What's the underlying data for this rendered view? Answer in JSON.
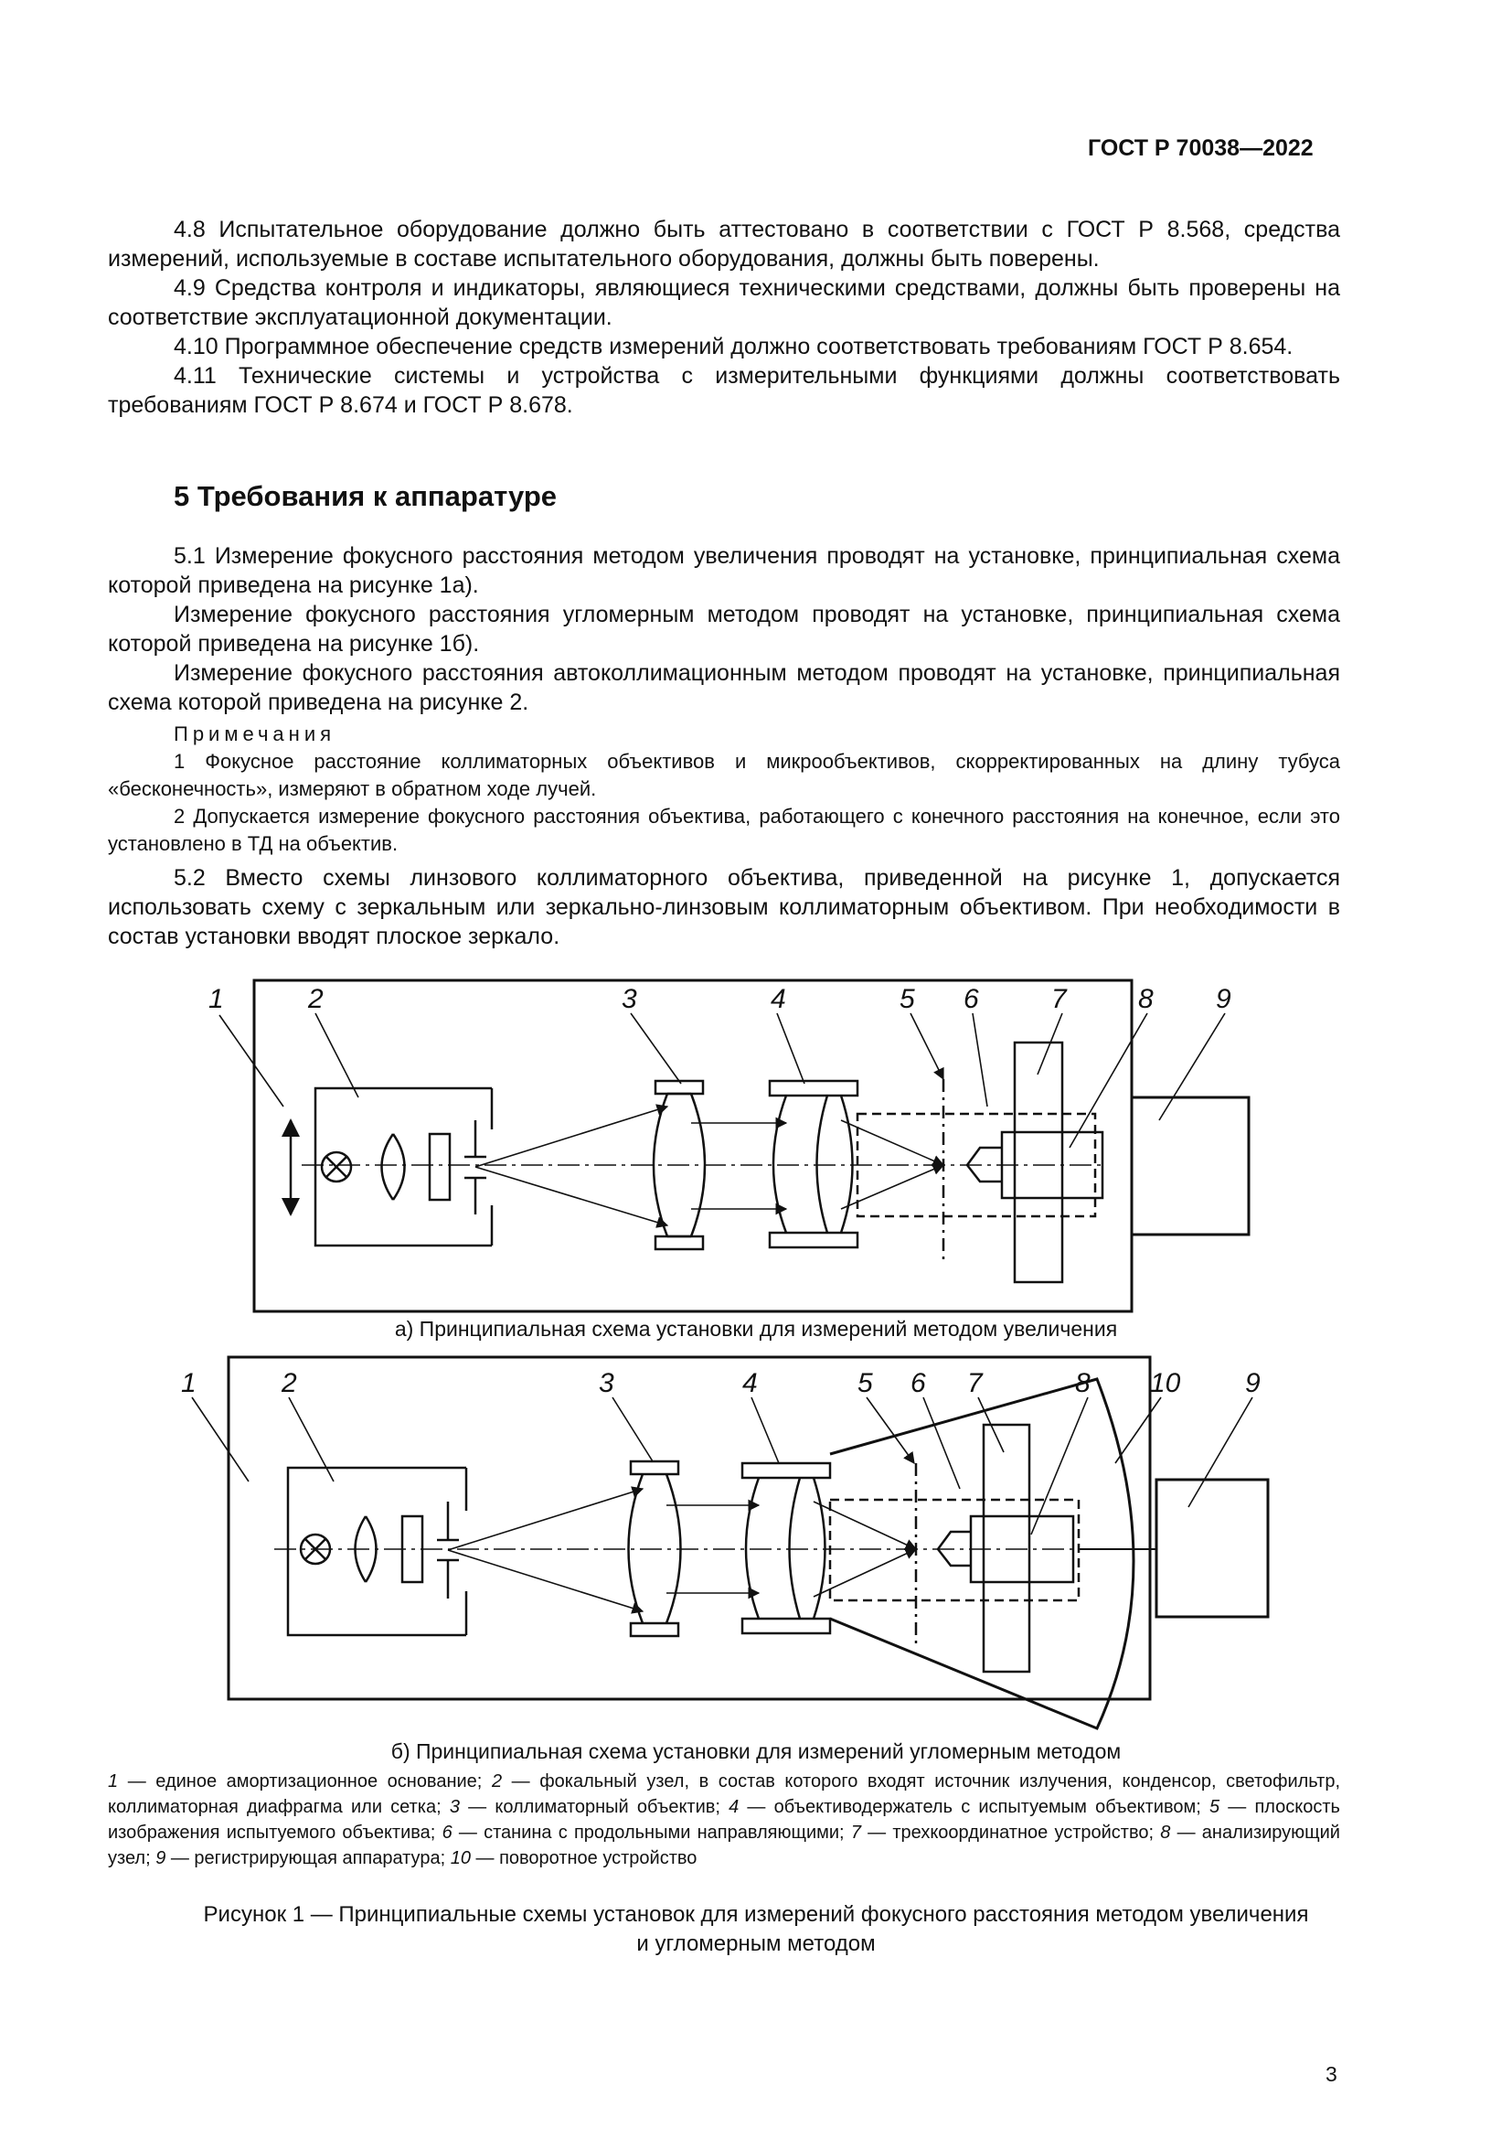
{
  "header": {
    "doc_code": "ГОСТ Р 70038—2022"
  },
  "section4": {
    "p1": "4.8 Испытательное оборудование должно быть аттестовано в соответствии с ГОСТ Р 8.568, средства измерений, используемые в составе испытательного оборудования, должны быть поверены.",
    "p2": "4.9 Средства контроля и индикаторы, являющиеся техническими средствами, должны быть проверены на соответствие эксплуатационной документации.",
    "p3": "4.10 Программное обеспечение средств измерений должно соответствовать требованиям ГОСТ Р 8.654.",
    "p4": "4.11 Технические системы и устройства с измерительными функциями должны соответствовать требованиям ГОСТ Р 8.674 и ГОСТ Р 8.678."
  },
  "section5": {
    "title": "5 Требования к аппаратуре",
    "p1": "5.1 Измерение фокусного расстояния методом увеличения проводят на установке, принципиальная схема которой приведена на рисунке 1а).",
    "p2": "Измерение фокусного расстояния угломерным методом проводят на установке, принципиальная схема которой приведена на рисунке 1б).",
    "p3": "Измерение фокусного расстояния автоколлимационным методом проводят на установке, принципиальная схема которой приведена на рисунке 2.",
    "notes_title": "Примечания",
    "note1": "1 Фокусное расстояние коллиматорных объективов и микрообъективов, скорректированных на длину тубуса «бесконечность», измеряют в обратном ходе лучей.",
    "note2": "2 Допускается измерение фокусного расстояния объектива, работающего с конечного расстояния на конечное, если это установлено в ТД на объектив.",
    "p4": "5.2 Вместо схемы линзового коллиматорного объектива, приведенной на рисунке 1, допускается использовать схему с зеркальным или зеркально-линзовым коллиматорным объективом. При необходимости в состав установки вводят плоское зеркало."
  },
  "figure": {
    "labels_a": [
      "1",
      "2",
      "3",
      "4",
      "5",
      "6",
      "7",
      "8",
      "9"
    ],
    "labels_b": [
      "1",
      "2",
      "3",
      "4",
      "5",
      "6",
      "7",
      "8",
      "10",
      "9"
    ],
    "caption_a": "а) Принципиальная схема установки для измерений методом увеличения",
    "caption_b": "б) Принципиальная схема установки для измерений угломерным методом",
    "legend": [
      {
        "num": "1",
        "text": " — единое амортизационное основание; "
      },
      {
        "num": "2",
        "text": " — фокальный узел, в состав которого входят источник излучения, конденсор, светофильтр, коллиматорная диафрагма или сетка; "
      },
      {
        "num": "3",
        "text": " — коллиматорный объектив; "
      },
      {
        "num": "4",
        "text": " — объективодержатель с испытуемым объективом; "
      },
      {
        "num": "5",
        "text": " — плоскость изображения испытуемого объектива; "
      },
      {
        "num": "6",
        "text": " — станина с продольными направляющими; "
      },
      {
        "num": "7",
        "text": " — трехкоординатное устройство; "
      },
      {
        "num": "8",
        "text": " — анализирующий узел; "
      },
      {
        "num": "9",
        "text": " — регистрирующая аппаратура; "
      },
      {
        "num": "10",
        "text": " — поворотное устройство"
      }
    ],
    "title_line1": "Рисунок 1 — Принципиальные схемы установок для измерений фокусного расстояния методом увеличения",
    "title_line2": "и угломерным методом"
  },
  "page_number": "3"
}
